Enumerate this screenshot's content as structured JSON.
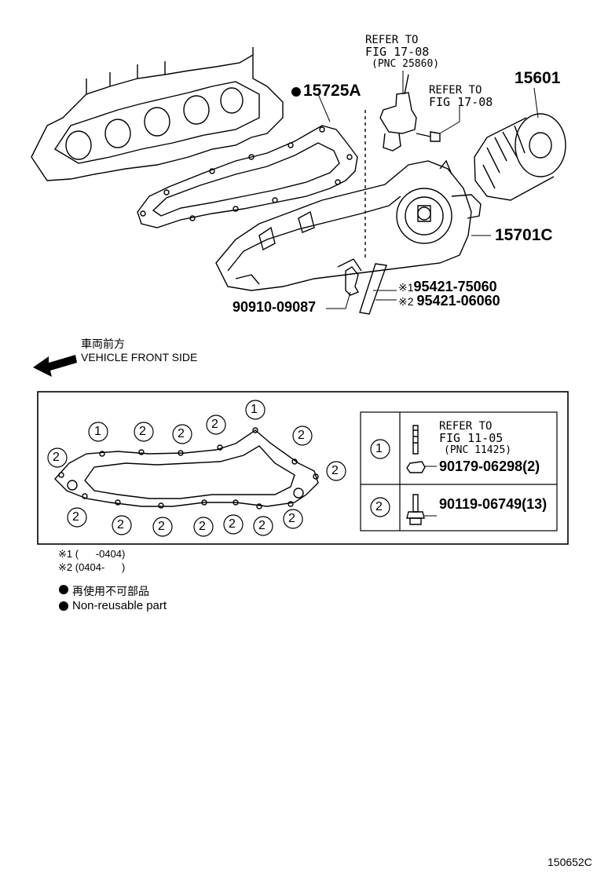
{
  "callouts": {
    "refer_1": {
      "line1": "REFER TO",
      "line2": "FIG 17-08",
      "line3": "(PNC 25860)"
    },
    "refer_2": {
      "line1": "REFER TO",
      "line2": "FIG 17-08"
    },
    "part_15601": "15601",
    "part_15725A": "15725A",
    "part_15701C": "15701C",
    "part_90910": "90910-09087",
    "part_95421_a": "95421-75060",
    "part_95421_b": "95421-06060",
    "mark_1": "※1",
    "mark_2": "※2"
  },
  "vehicle_front": {
    "jp": "車両前方",
    "en": "VEHICLE FRONT SIDE"
  },
  "inset": {
    "circle_1": "1",
    "circle_2": "2",
    "table": [
      {
        "key": "1",
        "refer_line1": "REFER TO",
        "refer_line2": "FIG 11-05",
        "refer_line3": "(PNC 11425)",
        "part": "90179-06298(2)"
      },
      {
        "key": "2",
        "part": "90119-06749(13)"
      }
    ]
  },
  "notes": [
    {
      "mark": "※1",
      "text": "(      -0404)"
    },
    {
      "mark": "※2",
      "text": "(0404-      )"
    }
  ],
  "legend": [
    {
      "jp": "再使用不可部品"
    },
    {
      "en": "Non-reusable part"
    }
  ],
  "figure_id": "150652C"
}
